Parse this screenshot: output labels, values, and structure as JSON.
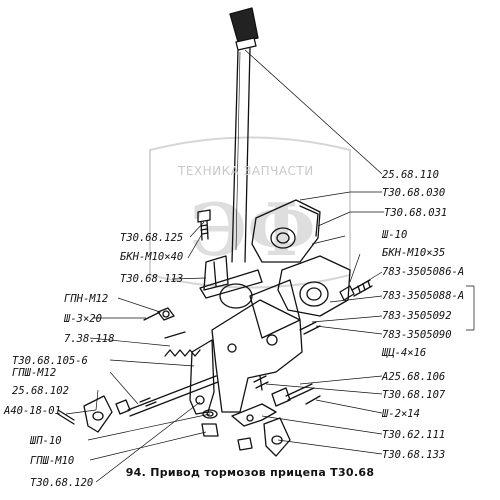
{
  "watermark": {
    "text": "ТЕХНИКА  ЗАПЧАСТИ",
    "logo_letters": "ЭФ"
  },
  "caption": "94. Привод тормозов прицепа  Т30.68",
  "labels": {
    "l_25_68_110": "25.68.110",
    "l_t30_68_030": "Т30.68.030",
    "l_t30_68_031": "Т30.68.031",
    "l_t30_68_125": "Т30.68.125",
    "l_bkn_m10x40": "БКН-М10×40",
    "l_sh_10_top": "Ш-10",
    "l_bkn_m10x35": "БКН-М10×35",
    "l_t30_68_113": "Т30.68.113",
    "l_783_086": "783-3505086-А",
    "l_gpn_m12": "ГПН-М12",
    "l_783_088": "783-3505088-А",
    "l_sh_3x20": "Ш-3×20",
    "l_783_092": "783-3505092",
    "l_7_38_118": "7.38.118",
    "l_783_090": "783-3505090",
    "l_t30_68_105_6": "Т30.68.105-6",
    "l_shts_4x16": "ЩЦ-4×16",
    "l_gpsh_m12": "ГПШ-М12",
    "l_a25_68_106": "А25.68.106",
    "l_25_68_102": "25.68.102",
    "l_t30_68_107": "Т30.68.107",
    "l_a40_18_01": "А40-18-01",
    "l_sh_2x14": "Ш-2×14",
    "l_sh_10_bot": "ШП-10",
    "l_t30_62_111": "Т30.62.111",
    "l_gpsh_m10": "ГПШ-М10",
    "l_t30_68_133": "Т30.68.133",
    "l_t30_68_120": "Т30.68.120"
  },
  "colors": {
    "ink": "#111111",
    "watermark": "#d0d0d0",
    "paper": "#ffffff"
  }
}
